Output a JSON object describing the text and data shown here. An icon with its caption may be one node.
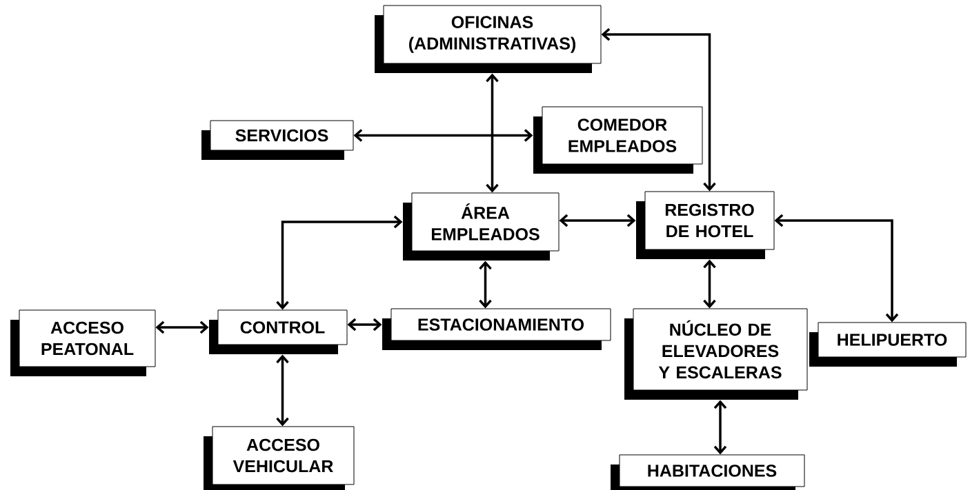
{
  "diagram": {
    "nodes": [
      {
        "text": [
          "OFICINAS (ADMINISTRATIVAS)"
        ]
      },
      {
        "text": [
          "SERVICIOS"
        ]
      },
      {
        "text": [
          "COMEDOR EMPLEADOS"
        ]
      },
      {
        "text": [
          "ÁREA EMPLEADOS"
        ]
      },
      {
        "text": [
          "REGISTRO DE HOTEL"
        ]
      },
      {
        "text": [
          "ACCESO PEATONAL"
        ]
      },
      {
        "text": [
          "CONTROL"
        ]
      },
      {
        "text": [
          "ESTACIONAMIENTO"
        ]
      },
      {
        "text": [
          "NÚCLEO DE ELEVADORES Y ESCALERAS"
        ]
      },
      {
        "text": [
          "HELIPUERTO"
        ]
      },
      {
        "text": [
          "ACCESO VEHICULAR"
        ]
      },
      {
        "text": [
          "HABITACIONES"
        ]
      }
    ],
    "edges": [
      {
        "from": 0,
        "to": 3,
        "arrow": "both"
      },
      {
        "from": 1,
        "to": 2,
        "arrow": "both"
      },
      {
        "from": 0,
        "to": 4,
        "arrow": "both"
      },
      {
        "from": 3,
        "to": 4,
        "arrow": "both"
      },
      {
        "from": 3,
        "to": 6,
        "arrow": "both"
      },
      {
        "from": 3,
        "to": 7,
        "arrow": "both"
      },
      {
        "from": 4,
        "to": 8,
        "arrow": "both"
      },
      {
        "from": 4,
        "to": 9,
        "arrow": "both"
      },
      {
        "from": 5,
        "to": 6,
        "arrow": "both"
      },
      {
        "from": 6,
        "to": 7,
        "arrow": "both"
      },
      {
        "from": 6,
        "to": 10,
        "arrow": "both"
      },
      {
        "from": 8,
        "to": 11,
        "arrow": "both"
      }
    ]
  }
}
